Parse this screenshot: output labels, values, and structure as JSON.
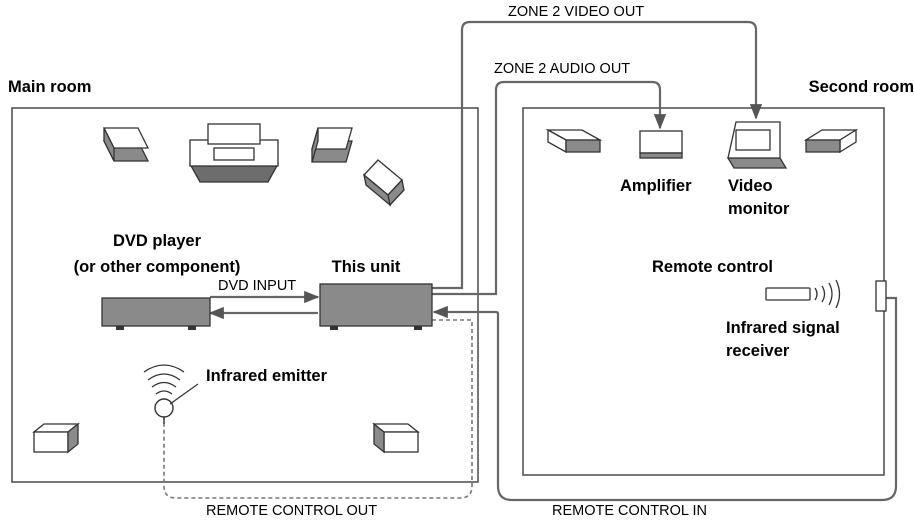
{
  "rooms": {
    "main": "Main room",
    "second": "Second room"
  },
  "devices": {
    "dvd_player_line1": "DVD player",
    "dvd_player_line2": "(or other component)",
    "this_unit": "This unit",
    "infrared_emitter": "Infrared emitter",
    "amplifier": "Amplifier",
    "video_monitor_line1": "Video",
    "video_monitor_line2": "monitor",
    "remote_control": "Remote control",
    "ir_receiver_line1": "Infrared signal",
    "ir_receiver_line2": "receiver"
  },
  "connections": {
    "zone2_video_out": "ZONE 2 VIDEO OUT",
    "zone2_audio_out": "ZONE 2 AUDIO OUT",
    "dvd_input": "DVD INPUT",
    "remote_control_out": "REMOTE CONTROL OUT",
    "remote_control_in": "REMOTE CONTROL IN"
  },
  "colors": {
    "cable": "#666666",
    "device_side": "#8a8a8a",
    "room_border": "#555555"
  }
}
